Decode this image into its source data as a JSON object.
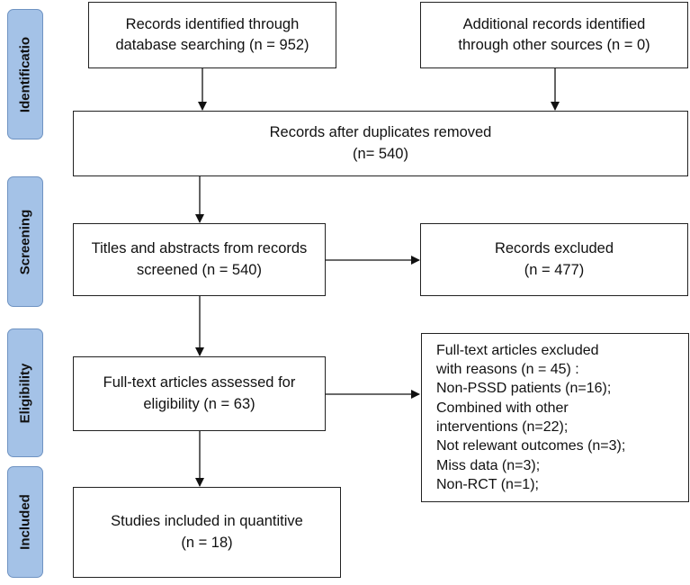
{
  "phases": {
    "identification": "Identificatio",
    "screening": "Screening",
    "eligibility": "Eligibility",
    "included": "Included"
  },
  "boxes": {
    "database": [
      "Records identified through",
      "database searching (n = 952)"
    ],
    "other_sources": [
      "Additional records identified",
      "through other sources (n = 0)"
    ],
    "duplicates_removed": [
      "Records after duplicates removed",
      "(n= 540)"
    ],
    "screened": [
      "Titles and abstracts from records",
      "screened (n = 540)"
    ],
    "excluded": [
      "Records excluded",
      "(n = 477)"
    ],
    "fulltext_assessed": [
      "Full-text articles assessed for",
      "eligibility (n = 63)"
    ],
    "fulltext_excluded": [
      "Full-text articles excluded",
      "with reasons (n = 45) :",
      "Non-PSSD patients (n=16);",
      "Combined with other",
      "interventions (n=22);",
      "Not relewant outcomes (n=3);",
      "Miss data (n=3);",
      "Non-RCT (n=1);"
    ],
    "included": [
      "Studies included in quantitive",
      "(n = 18)"
    ]
  }
}
